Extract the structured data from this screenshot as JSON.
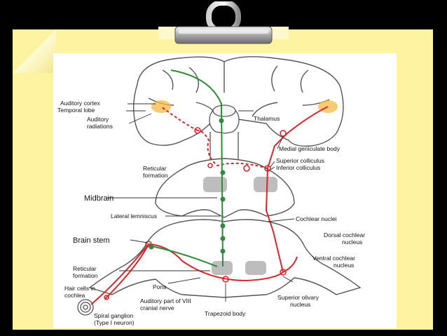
{
  "diagram": {
    "labels": {
      "auditory_cortex": "Auditory cortex",
      "temporal_lobe": "Temporal lobe",
      "auditory_radiations_1": "Auditory",
      "auditory_radiations_2": "radiations",
      "thalamus": "Thalamus",
      "medial_geniculate": "Medial geniculate body",
      "superior_colliculus": "Superior colliculus",
      "inferior_colliculus": "Inferior colliculus",
      "reticular_formation_top_1": "Reticular",
      "reticular_formation_top_2": "formation",
      "midbrain": "Midbrain",
      "lateral_lemniscus": "Lateral lemniscus",
      "cochlear_nuclei": "Cochlear  nuclei",
      "dorsal_cochlear_1": "Dorsal cochlear",
      "dorsal_cochlear_2": "nucleus",
      "brain_stem": "Brain  stem",
      "ventral_cochlear_1": "Ventral cochlear",
      "ventral_cochlear_2": "nucleus",
      "reticular_formation_bottom_1": "Reticular",
      "reticular_formation_bottom_2": "formation",
      "hair_cells_1": "Hair cells in",
      "hair_cells_2": "cochlea",
      "pons": "Pons",
      "auditory_nerve_1": "Auditory part of VIII",
      "auditory_nerve_2": "cranial nerve",
      "superior_olivary_1": "Superior olivary",
      "superior_olivary_2": "nucleus",
      "spiral_ganglion_1": "Spiral ganglion",
      "spiral_ganglion_2": "(Type I neuron)",
      "trapezoid_body": "Trapezoid body"
    },
    "colors": {
      "note": "#fdf3a0",
      "pathway_red": "#d8262b",
      "pathway_green": "#2e8b3a",
      "tissue_outline": "#555555",
      "nucleus_gray": "#bdbdbd",
      "highlight_orange": "#f4b942"
    }
  }
}
